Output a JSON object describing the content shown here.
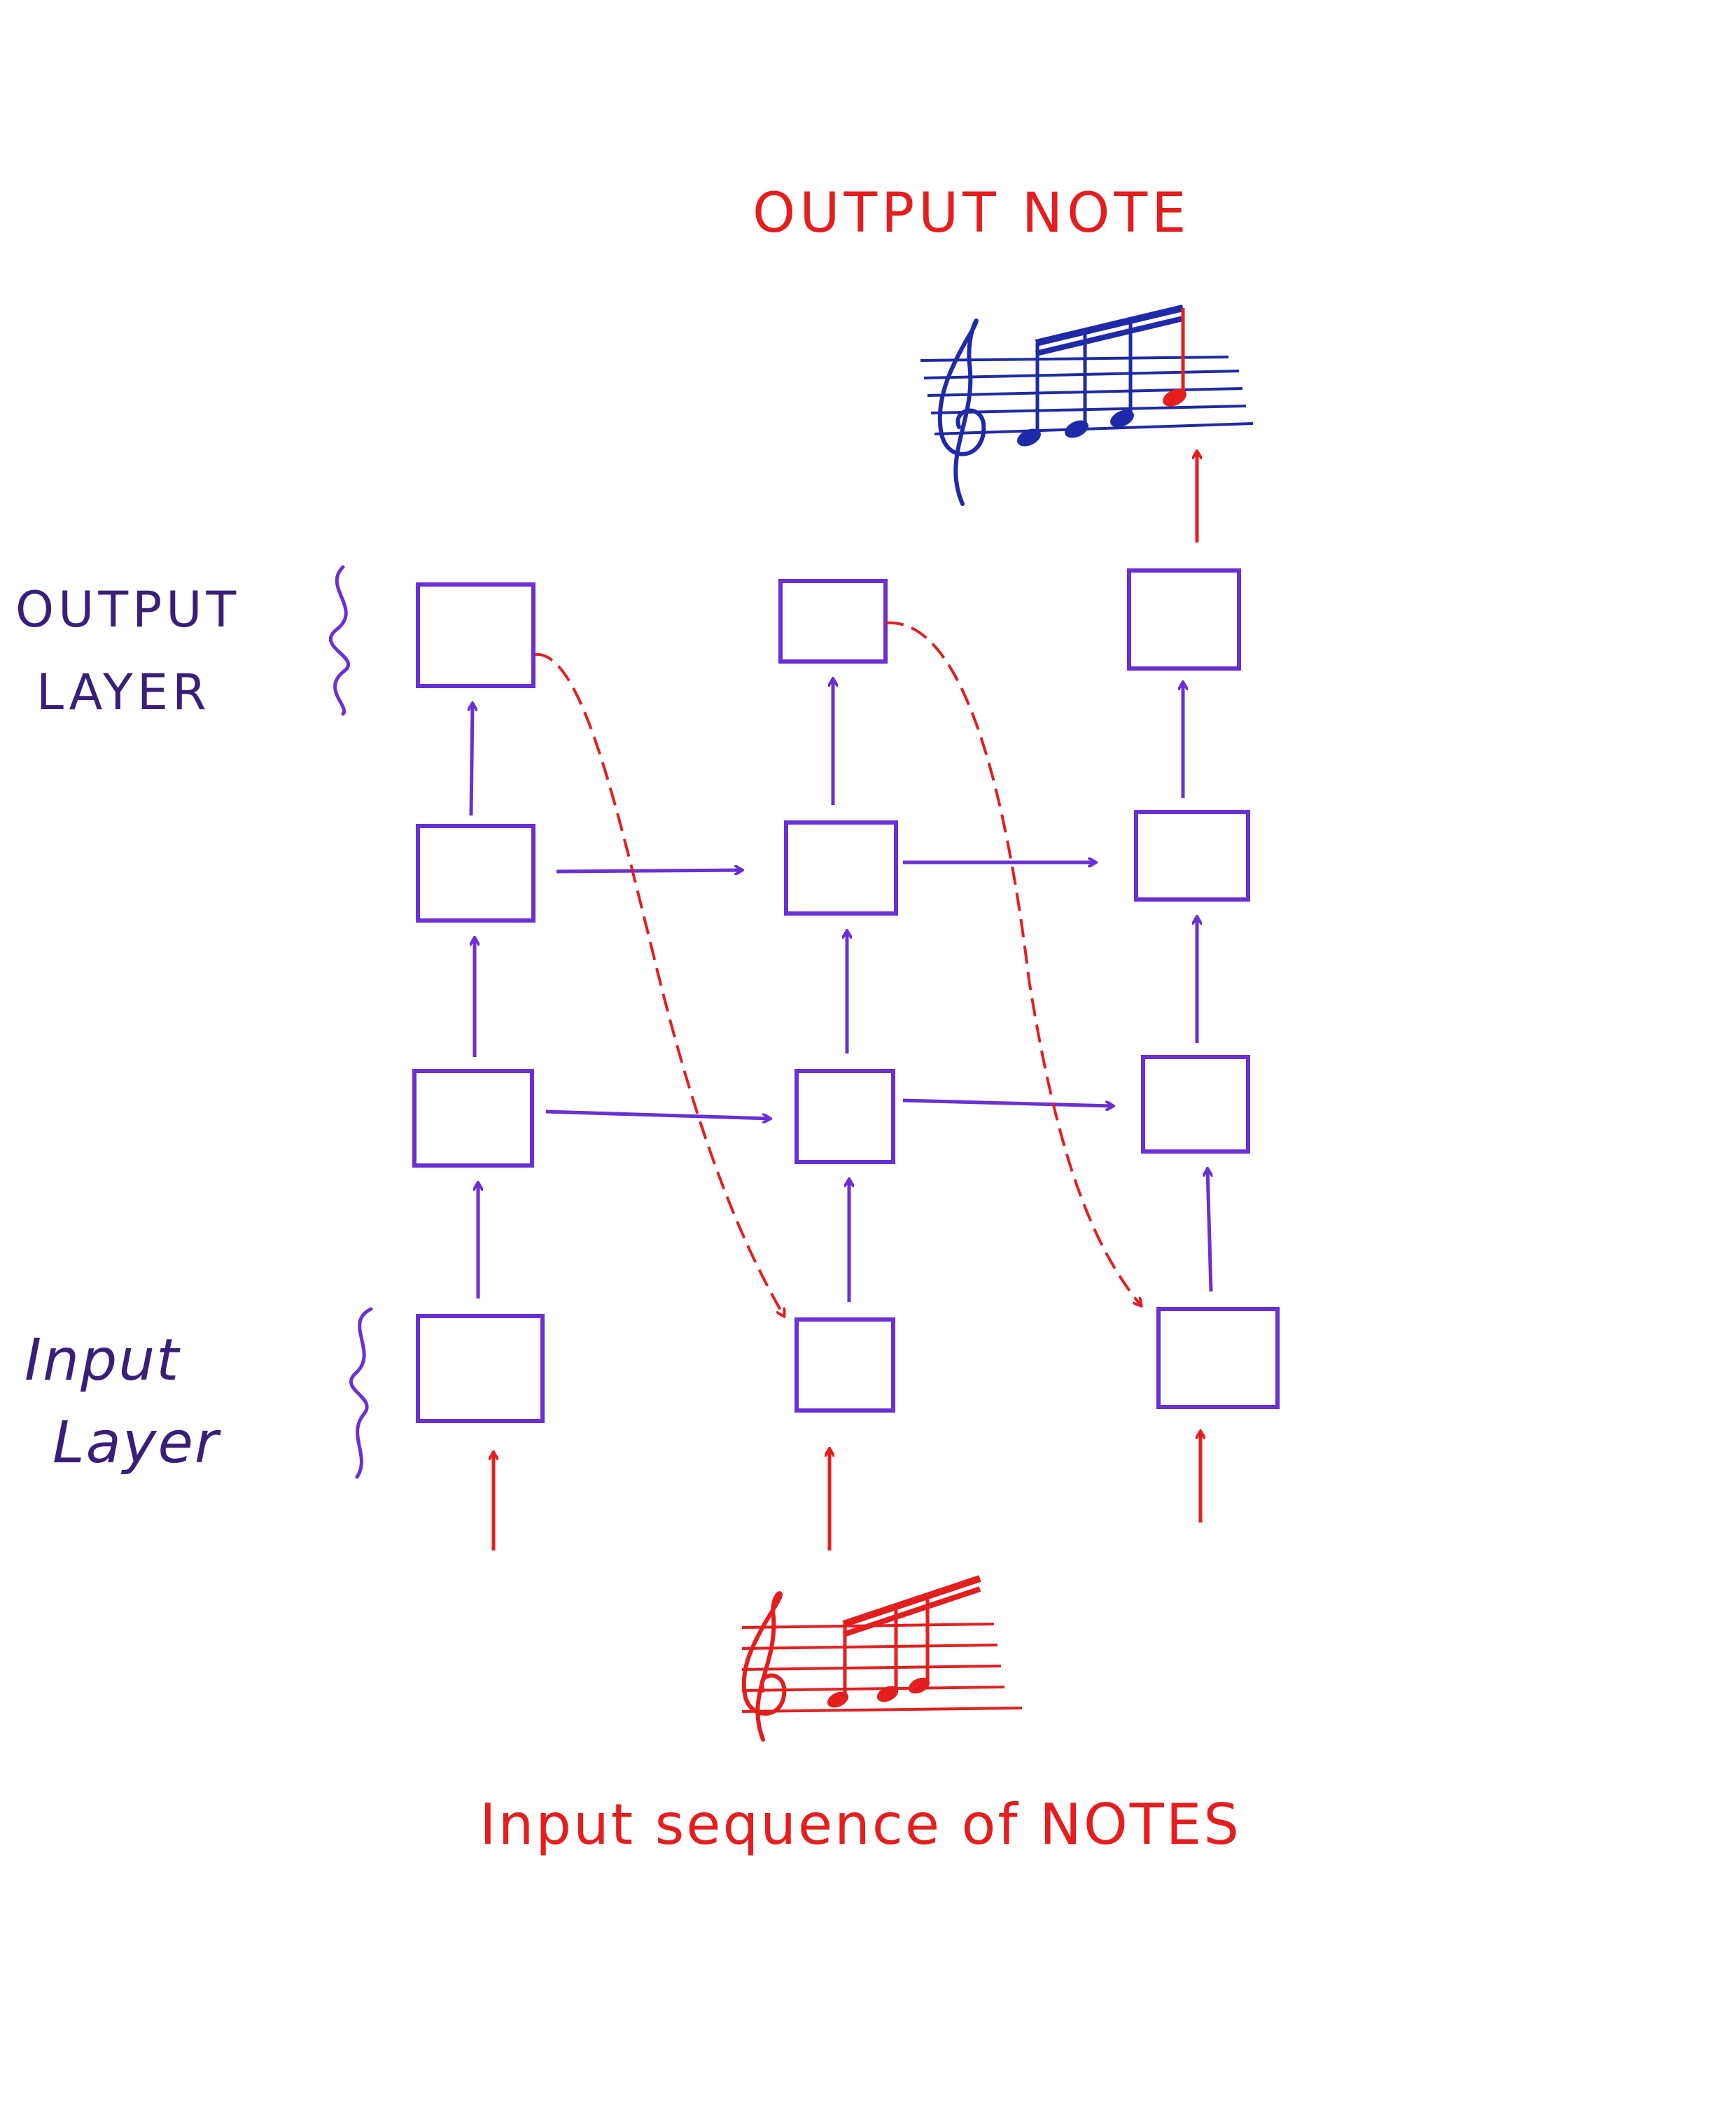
{
  "title": "OUTPUT NOTE",
  "labels": {
    "output_layer_line1": "OUTPUT",
    "output_layer_line2": "LAYER",
    "input_layer_line1": "Input",
    "input_layer_line2": "Layer"
  },
  "caption": "Input sequence of NOTES",
  "colors": {
    "network": "#6a2fd6",
    "feedback": "#e41e1e",
    "output_staff": "#1f2aa8",
    "label_text": "#3a1f7a"
  },
  "structure": {
    "columns": 3,
    "rows_per_column": 4,
    "recurrent_connections": "rows 2 and 3, left to right",
    "feedback_connections": "top node of each column to bottom node of next column (dashed red)"
  },
  "icons": [
    "treble-clef-icon",
    "beamed-notes-icon"
  ]
}
